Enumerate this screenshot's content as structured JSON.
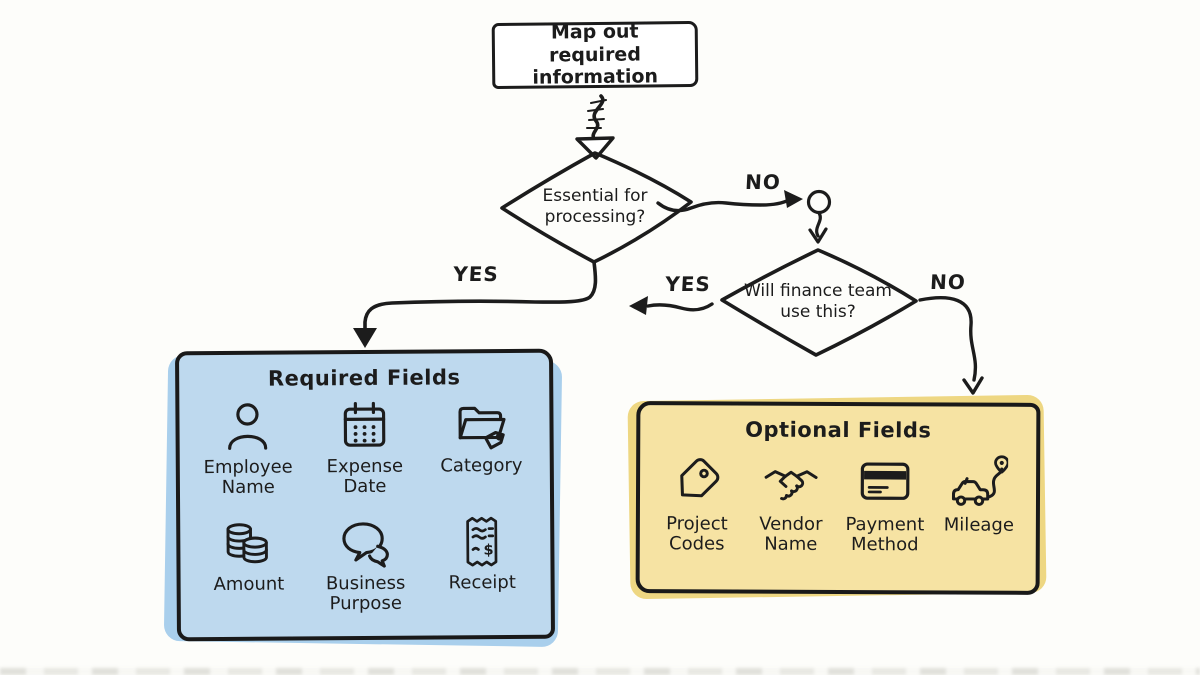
{
  "flow": {
    "start_box": {
      "label": "Map out required information"
    },
    "decision1": {
      "label": "Essential for processing?"
    },
    "decision2": {
      "label": "Will finance team use this?"
    },
    "edges": {
      "decision1_no": "NO",
      "decision1_yes": "YES",
      "decision2_yes": "YES",
      "decision2_no": "NO"
    }
  },
  "required_box": {
    "title": "Required Fields",
    "fields": [
      {
        "icon": "person-icon",
        "label": "Employee Name"
      },
      {
        "icon": "calendar-icon",
        "label": "Expense Date"
      },
      {
        "icon": "folder-tag-icon",
        "label": "Category"
      },
      {
        "icon": "coins-icon",
        "label": "Amount"
      },
      {
        "icon": "speech-bubbles-icon",
        "label": "Business Purpose"
      },
      {
        "icon": "receipt-icon",
        "label": "Receipt"
      }
    ]
  },
  "optional_box": {
    "title": "Optional Fields",
    "fields": [
      {
        "icon": "tag-icon",
        "label": "Project Codes"
      },
      {
        "icon": "handshake-icon",
        "label": "Vendor Name"
      },
      {
        "icon": "credit-card-icon",
        "label": "Payment Method"
      },
      {
        "icon": "car-route-icon",
        "label": "Mileage"
      }
    ]
  },
  "colors": {
    "ink": "#1c1c1c",
    "required_fill": "#bed9ee",
    "required_highlight": "#a9cfec",
    "optional_fill": "#f6e3a3",
    "optional_highlight": "#eed782",
    "background": "#fdfdfa"
  }
}
